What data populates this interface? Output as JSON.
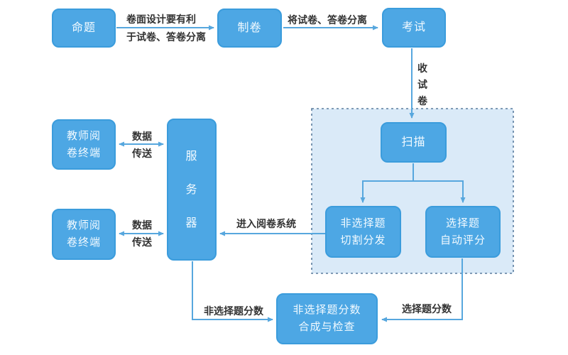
{
  "diagram": {
    "description": "Flowchart of an exam paper creation, scanning and automated marking system",
    "nodes": {
      "mingti": {
        "label": "命题"
      },
      "zhijuan": {
        "label": "制卷"
      },
      "kaoshi": {
        "label": "考试"
      },
      "saomiao": {
        "label": "扫描"
      },
      "qiege": {
        "label": "非选择题\n切割分发"
      },
      "zidong": {
        "label": "选择题\n自动评分"
      },
      "terminal1": {
        "label": "教师阅\n卷终端"
      },
      "terminal2": {
        "label": "教师阅\n卷终端"
      },
      "server": {
        "label": "服\n务\n器"
      },
      "hecheng": {
        "label": "非选择题分数\n合成与检查"
      }
    },
    "edge_labels": {
      "design_line1": "卷面设计要有利",
      "design_line2": "于试卷、答卷分离",
      "separate": "将试卷、答卷分离",
      "collect": "收\n试\n卷",
      "data1_line1": "数据",
      "data1_line2": "传送",
      "data2_line1": "数据",
      "data2_line2": "传送",
      "enter_system": "进入阅卷系统",
      "non_mc_score": "非选择题分数",
      "mc_score": "选择题分数"
    },
    "colors": {
      "node_fill": "#4DA7E4",
      "node_border": "#3B9CDC",
      "node_text": "#F2FAFF",
      "arrow": "#57A7DE",
      "label_text": "#333333",
      "region_fill": "#DAEAF8",
      "region_border": "#5A7C9E",
      "background": "#FFFFFF"
    }
  }
}
